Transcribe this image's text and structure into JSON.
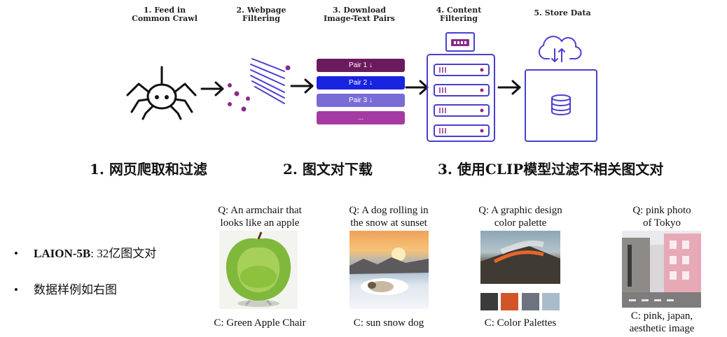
{
  "pipeline": {
    "steps": [
      {
        "label_line1": "1. Feed in",
        "label_line2": "Common Crawl",
        "icon": "spider-icon"
      },
      {
        "label_line1": "2. Webpage",
        "label_line2": "Filtering",
        "icon": "filter-lines-icon"
      },
      {
        "label_line1": "3. Download",
        "label_line2": "Image-Text Pairs",
        "icon": "pairs-list-icon"
      },
      {
        "label_line1": "4. Content",
        "label_line2": "Filtering",
        "icon": "server-gpu-icon"
      },
      {
        "label_line1": "5. Store Data",
        "label_line2": "",
        "icon": "cloud-database-icon"
      }
    ],
    "pairs": [
      {
        "label": "Pair 1 ↓",
        "color": "#6b1a5e"
      },
      {
        "label": "Pair 2 ↓",
        "color": "#1a23e0"
      },
      {
        "label": "Pair 3 ↓",
        "color": "#7a6bd6"
      },
      {
        "label": "...",
        "color": "#a63aa3"
      }
    ],
    "accent_color": "#8a2b8a",
    "outline_color": "#4a3fd1"
  },
  "stages": [
    "1. 网页爬取和过滤",
    "2. 图文对下载",
    "3. 使用CLIP模型过滤不相关图文对"
  ],
  "bullets": [
    {
      "bold": "LAION-5B",
      "text": ":  32亿图文对"
    },
    {
      "bold": "",
      "text": "数据样例如右图"
    }
  ],
  "bullet_symbol": "•",
  "examples": [
    {
      "query_line1": "Q: An armchair that",
      "query_line2": "looks like an apple",
      "caption_line1": "C: Green Apple Chair",
      "caption_line2": "",
      "image": "green-apple-chair"
    },
    {
      "query_line1": "Q: A dog rolling in",
      "query_line2": "the snow at sunset",
      "caption_line1": "C: sun snow dog",
      "caption_line2": "",
      "image": "dog-in-snow-sunset"
    },
    {
      "query_line1": "Q: A graphic design",
      "query_line2": "color palette",
      "caption_line1": "C: Color Palettes",
      "caption_line2": "",
      "image": "hillside-fire",
      "palette": [
        "#3b3b3b",
        "#d2552a",
        "#6d7480",
        "#a9bccb"
      ]
    },
    {
      "query_line1": "Q: pink photo",
      "query_line2": "of Tokyo",
      "caption_line1": "C: pink, japan,",
      "caption_line2": "aesthetic image",
      "image": "tokyo-street"
    }
  ]
}
